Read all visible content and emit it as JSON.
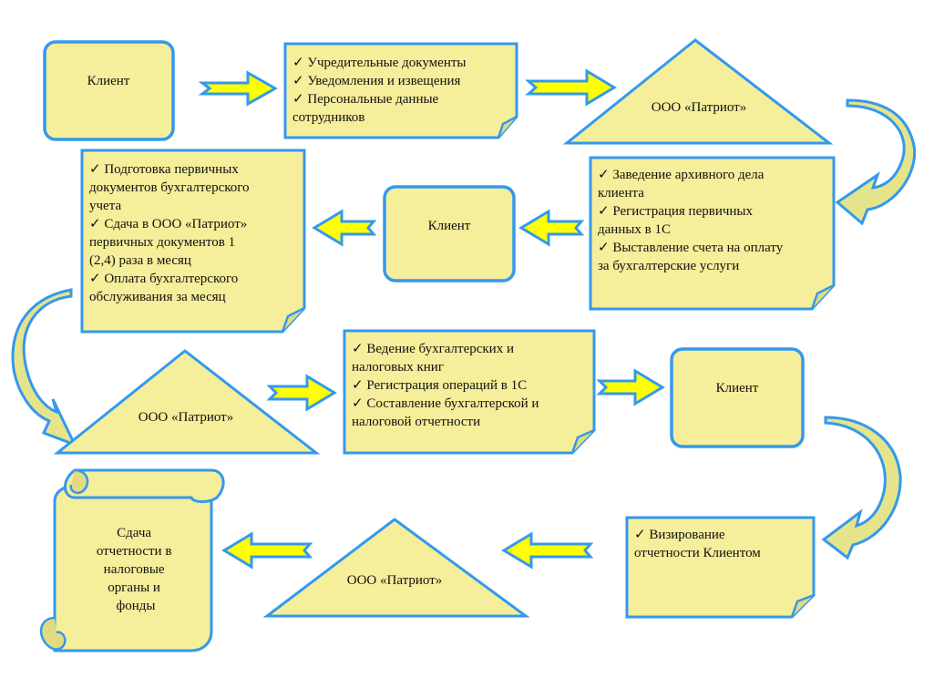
{
  "colors": {
    "fill": "#f5ee9a",
    "stroke": "#3399ee",
    "arrow_fill": "#ffff00",
    "curve_fill": "#e6e48a"
  },
  "nodes": {
    "client1": {
      "label": "Клиент"
    },
    "docs": {
      "lines": [
        "✓ Учредительные документы",
        "✓ Уведомления и извещения",
        "✓ Персональные данные",
        "сотрудников"
      ]
    },
    "patriot1": {
      "label": "ООО «Патриот»"
    },
    "archive": {
      "lines": [
        "✓ Заведение архивного дела",
        "клиента",
        "✓ Регистрация первичных",
        "данных в 1С",
        "✓ Выставление счета на оплату",
        "за бухгалтерские услуги"
      ]
    },
    "client2": {
      "label": "Клиент"
    },
    "prep": {
      "lines": [
        "✓ Подготовка первичных",
        "документов бухгалтерского",
        "учета",
        "✓ Сдача в ООО «Патриот»",
        "первичных документов 1",
        "(2,4) раза в месяц",
        "✓ Оплата бухгалтерского",
        "обслуживания за месяц"
      ]
    },
    "patriot2": {
      "label": "ООО «Патриот»"
    },
    "books": {
      "lines": [
        "✓ Ведение бухгалтерских и",
        "налоговых книг",
        "✓ Регистрация операций в 1С",
        "✓ Составление бухгалтерской и",
        "налоговой отчетности"
      ]
    },
    "client3": {
      "label": "Клиент"
    },
    "visa": {
      "lines": [
        "✓ Визирование",
        "отчетности Клиентом"
      ]
    },
    "patriot3": {
      "label": "ООО «Патриот»"
    },
    "submit": {
      "lines": [
        "Сдача",
        "отчетности в",
        "налоговые",
        "органы и",
        "фонды"
      ]
    }
  }
}
